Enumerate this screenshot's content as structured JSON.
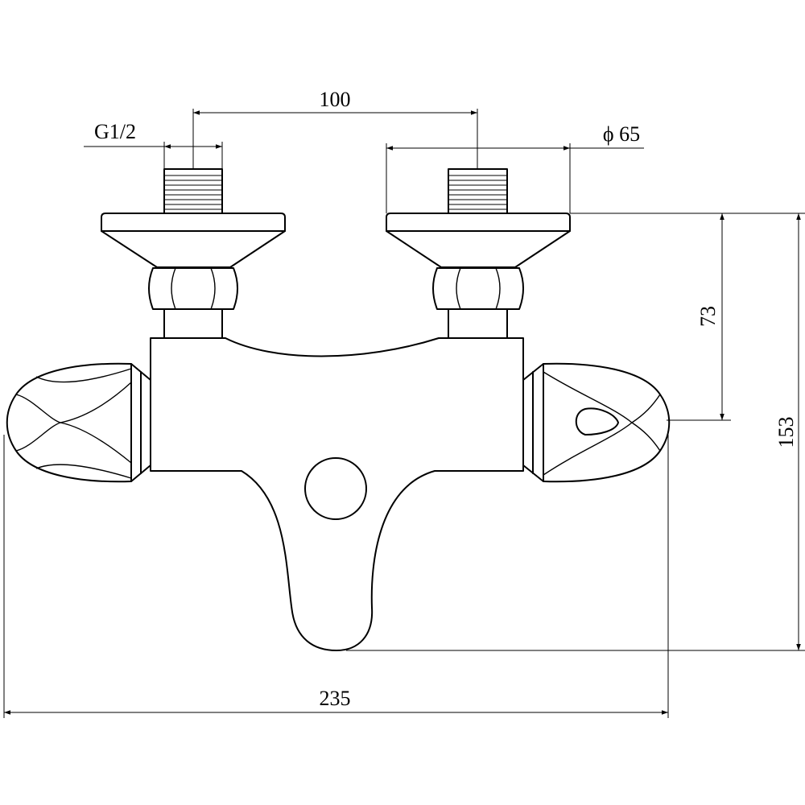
{
  "drawing": {
    "dimensions": {
      "inlet_spacing": "100",
      "thread_size": "G1/2",
      "flange_diameter": "ϕ 65",
      "height_upper": "73",
      "height_total": "153",
      "overall_width": "235"
    },
    "colors": {
      "line": "#000000",
      "background": "#ffffff"
    }
  }
}
